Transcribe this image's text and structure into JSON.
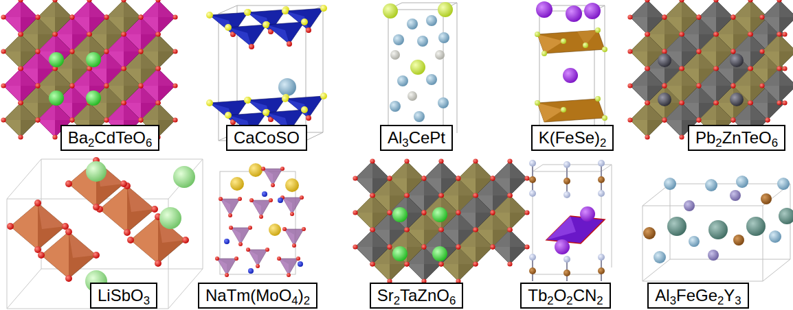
{
  "diagram": {
    "nodes": [
      {
        "text": [
          "Ba2CdTeO6"
        ]
      },
      {
        "text": [
          "CaCoSO"
        ]
      },
      {
        "text": [
          "Al3CePt"
        ]
      },
      {
        "text": [
          "K(FeSe)2"
        ]
      },
      {
        "text": [
          "Pb2ZnTeO6"
        ]
      },
      {
        "text": [
          "LiSbO3"
        ]
      },
      {
        "text": [
          "NaTm(MoO4)2"
        ]
      },
      {
        "text": [
          "Sr2TaZnO6"
        ]
      },
      {
        "text": [
          "Tb2O2CN2"
        ]
      },
      {
        "text": [
          "Al3FeGe2Y3"
        ]
      }
    ]
  }
}
